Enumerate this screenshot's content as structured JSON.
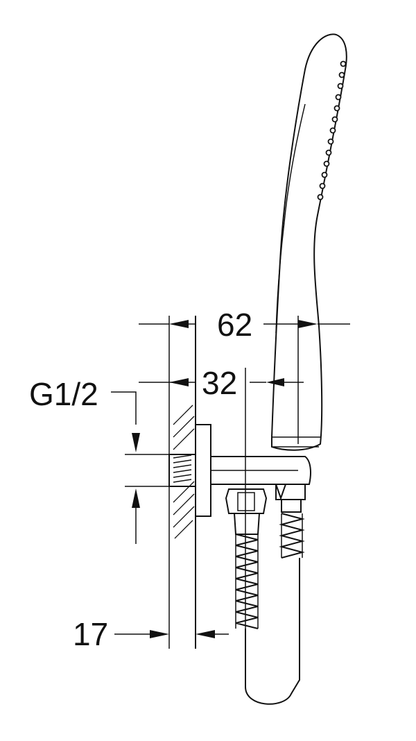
{
  "drawing": {
    "dimensions": {
      "thread": "G1/2",
      "overall_width": "62",
      "handle_offset": "32",
      "flange_depth": "17"
    },
    "colors": {
      "line": "#111111",
      "background": "#ffffff"
    }
  }
}
